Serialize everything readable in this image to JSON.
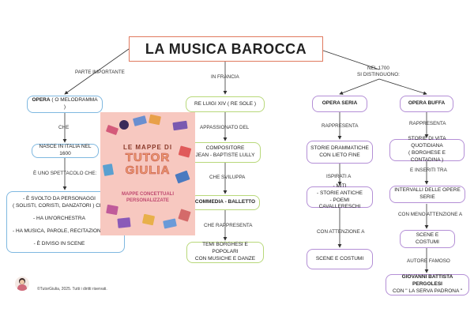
{
  "title": "LA MUSICA BAROCCA",
  "branch_labels": {
    "left": "PARTE IMPORTANTE",
    "middle": "IN FRANCIA",
    "right_line1": "NEL 1700",
    "right_line2": "SI DISTINGUONO:"
  },
  "left": {
    "opera_bold": "OPERA",
    "opera_rest": " ( O MELODRAMMA )",
    "che": "CHE",
    "nasce": "NASCE IN ITALIA NEL 1600",
    "spettacolo": "È UNO SPETTACOLO CHE:",
    "bullets": [
      "- È SVOLTO DA PERSONAGGI",
      "( SOLISTI, CORISTI, DANZATORI ) CHE CA",
      "- HA UN'ORCHESTRA",
      "- HA MUSICA, PAROLE, RECITAZIONE E C",
      "- È DIVISO IN SCENE"
    ]
  },
  "middle": {
    "re": "RE LUIGI XIV ( RE SOLE )",
    "appassionato": "APPASSIONATO DEL",
    "compositore_l1": "COMPOSITORE",
    "compositore_l2": "JEAN - BAPTISTE LULLY",
    "che_sviluppa": "CHE SVILUPPA",
    "commedia": "COMMEDIA - BALLETTO",
    "che_rappresenta": "CHE RAPPRESENTA",
    "temi_l1": "TEMI BORGHESI E POPOLARI",
    "temi_l2": "CON MUSICHE E DANZE"
  },
  "opera_seria": {
    "title": "OPERA SERIA",
    "rappresenta": "RAPPRESENTA",
    "storie_l1": "STORIE DRAMMATICHE",
    "storie_l2": "CON LIETO FINE",
    "ispirati": "ISPIRATI A",
    "miti_l1": "- MITI",
    "miti_l2": "- STORIE ANTICHE",
    "miti_l3": "- POEMI CAVALLERESCHI",
    "attenzione": "CON ATTENZIONE A",
    "scene": "SCENE E COSTUMI"
  },
  "opera_buffa": {
    "title": "OPERA BUFFA",
    "rappresenta": "RAPPRESENTA",
    "storie_l1": "STORIE DI VITA QUOTIDIANA",
    "storie_l2": "( BORGHESE E CONTADINA )",
    "inseriti": "E INSERITI TRA",
    "intervalli": "INTERVALLI DELLE OPERE SERIE",
    "meno": "CON MENO ATTENZIONE A",
    "scene": "SCENE E COSTUMI",
    "autore": "AUTORE FAMOSO",
    "giovanni_l1": "GIOVANNI BATTISTA PERGOLESI",
    "giovanni_l2": "CON \" LA SERVA PADRONA \""
  },
  "logo": {
    "line1": "LE MAPPE DI",
    "line2": "TUTOR",
    "line3": "GIULIA",
    "line4": "MAPPE CONCETTUALI",
    "line5": "PERSONALIZZATE"
  },
  "footer": "©TutorGiulia, 2025. Tutti i diritti riservati.",
  "colors": {
    "title_border": "#e07a5f",
    "blue": "#7fb8e0",
    "green": "#b8d87a",
    "purple": "#b48fd6",
    "logo_bg": "#f7c8c0"
  }
}
